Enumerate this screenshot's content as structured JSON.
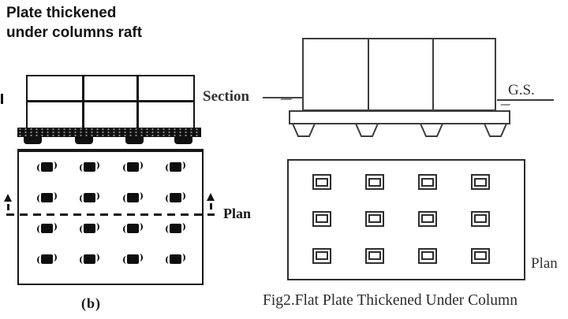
{
  "title": {
    "line1": "Plate thickened",
    "line2": "under columns raft"
  },
  "left_figure": {
    "plan": {
      "rows": 4,
      "cols": 4
    },
    "plan_label": "Plan",
    "caption": "(b)"
  },
  "right_figure": {
    "section_label": "Section",
    "ground_label": "G.S.",
    "plan": {
      "rows": 3,
      "cols": 4
    },
    "plan_label": "Plan",
    "caption": "Fig2.Flat Plate Thickened Under Column"
  },
  "colors": {
    "left_ink": "#141414",
    "right_ink": "#3d3d3d",
    "caption_ink": "#2b2b2b",
    "background": "#ffffff"
  }
}
